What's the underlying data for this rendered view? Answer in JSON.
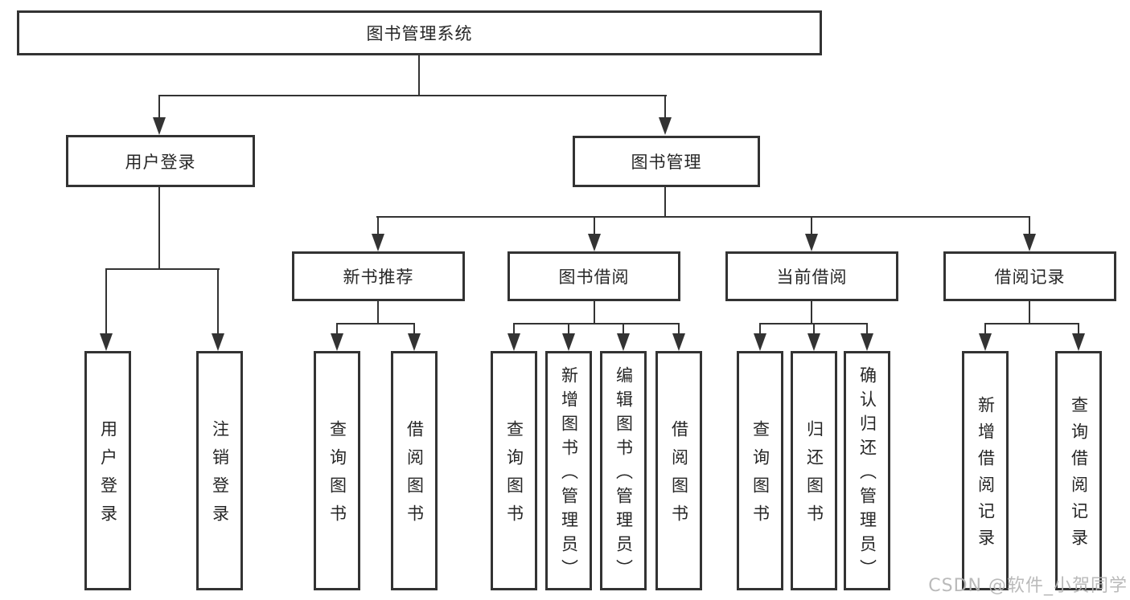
{
  "diagram": {
    "root": {
      "label": "图书管理系统"
    },
    "level2": {
      "user_login": {
        "label": "用户登录"
      },
      "book_management": {
        "label": "图书管理"
      }
    },
    "level3": {
      "new_book_recommend": {
        "label": "新书推荐"
      },
      "book_borrow": {
        "label": "图书借阅"
      },
      "current_borrow": {
        "label": "当前借阅"
      },
      "borrow_records": {
        "label": "借阅记录"
      }
    },
    "leaves": {
      "user_login": {
        "label": "用户登录"
      },
      "logout": {
        "label": "注销登录"
      },
      "nb_query_books": {
        "label": "查询图书"
      },
      "nb_borrow_books": {
        "label": "借阅图书"
      },
      "bb_query_books": {
        "label": "查询图书"
      },
      "bb_add_book_admin": {
        "label": "新增图书（管理员）"
      },
      "bb_edit_book_admin": {
        "label": "编辑图书（管理员）"
      },
      "bb_borrow_books": {
        "label": "借阅图书"
      },
      "cb_query_books": {
        "label": "查询图书"
      },
      "cb_return_books": {
        "label": "归还图书"
      },
      "cb_confirm_return_admin": {
        "label": "确认归还（管理员）"
      },
      "br_add_record": {
        "label": "新增借阅记录"
      },
      "br_query_record": {
        "label": "查询借阅记录"
      }
    }
  },
  "watermark": {
    "text": "CSDN @软件_小贺同学"
  },
  "colors": {
    "line": "#333333",
    "text": "#262626",
    "watermark": "#b5b5b5",
    "background": "#ffffff"
  }
}
